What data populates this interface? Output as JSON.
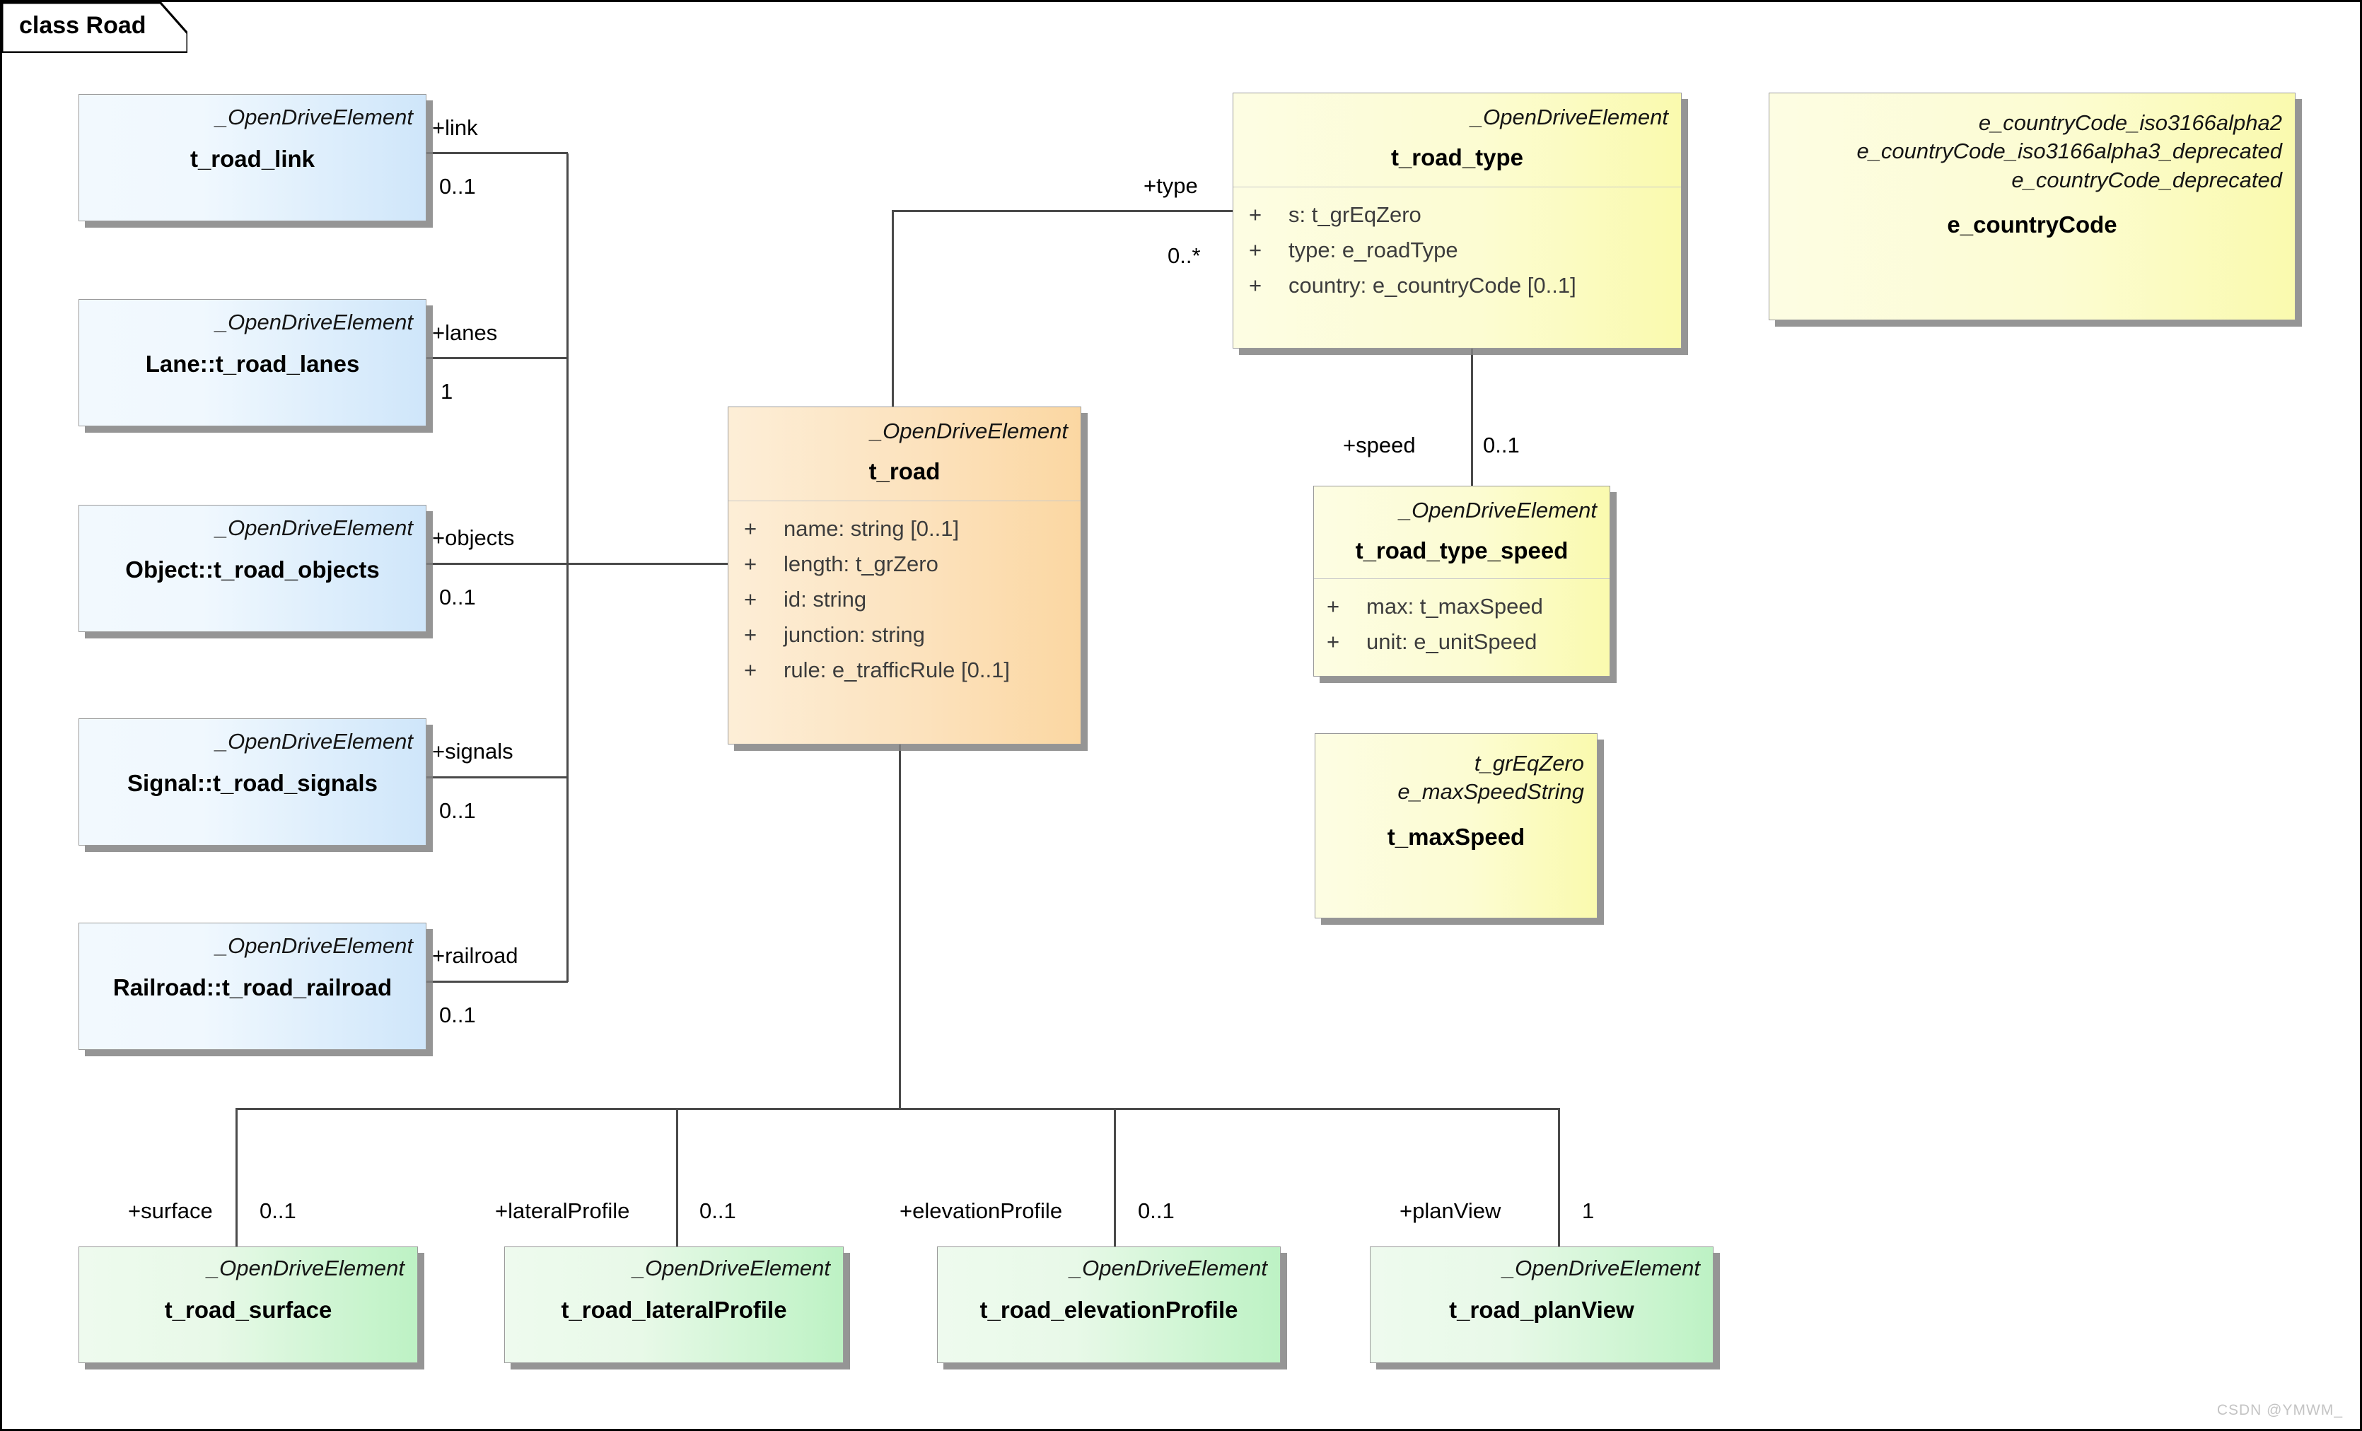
{
  "frame": {
    "title": "class Road"
  },
  "watermark": "CSDN @YMWM_",
  "stereotype": "_OpenDriveElement",
  "classes": {
    "t_road": {
      "stereotype": "_OpenDriveElement",
      "name": "t_road",
      "attributes": [
        {
          "visibility": "+",
          "text": "name: string [0..1]"
        },
        {
          "visibility": "+",
          "text": "length: t_grZero"
        },
        {
          "visibility": "+",
          "text": "id: string"
        },
        {
          "visibility": "+",
          "text": "junction: string"
        },
        {
          "visibility": "+",
          "text": "rule: e_trafficRule [0..1]"
        }
      ]
    },
    "t_road_link": {
      "stereotype": "_OpenDriveElement",
      "name": "t_road_link"
    },
    "t_road_lanes": {
      "stereotype": "_OpenDriveElement",
      "name": "Lane::t_road_lanes"
    },
    "t_road_objects": {
      "stereotype": "_OpenDriveElement",
      "name": "Object::t_road_objects"
    },
    "t_road_signals": {
      "stereotype": "_OpenDriveElement",
      "name": "Signal::t_road_signals"
    },
    "t_road_railroad": {
      "stereotype": "_OpenDriveElement",
      "name": "Railroad::t_road_railroad"
    },
    "t_road_type": {
      "stereotype": "_OpenDriveElement",
      "name": "t_road_type",
      "attributes": [
        {
          "visibility": "+",
          "text": "s: t_grEqZero"
        },
        {
          "visibility": "+",
          "text": "type: e_roadType"
        },
        {
          "visibility": "+",
          "text": "country: e_countryCode [0..1]"
        }
      ]
    },
    "t_road_type_speed": {
      "stereotype": "_OpenDriveElement",
      "name": "t_road_type_speed",
      "attributes": [
        {
          "visibility": "+",
          "text": "max: t_maxSpeed"
        },
        {
          "visibility": "+",
          "text": "unit: e_unitSpeed"
        }
      ]
    },
    "e_countryCode": {
      "name": "e_countryCode",
      "literals": [
        "e_countryCode_iso3166alpha2",
        "e_countryCode_iso3166alpha3_deprecated",
        "e_countryCode_deprecated"
      ]
    },
    "t_maxSpeed": {
      "name": "t_maxSpeed",
      "literals": [
        "t_grEqZero",
        "e_maxSpeedString"
      ]
    },
    "t_road_surface": {
      "stereotype": "_OpenDriveElement",
      "name": "t_road_surface"
    },
    "t_road_lateralProfile": {
      "stereotype": "_OpenDriveElement",
      "name": "t_road_lateralProfile"
    },
    "t_road_elevationProfile": {
      "stereotype": "_OpenDriveElement",
      "name": "t_road_elevationProfile"
    },
    "t_road_planView": {
      "stereotype": "_OpenDriveElement",
      "name": "t_road_planView"
    }
  },
  "associations": {
    "link": {
      "role": "+link",
      "multiplicity": "0..1"
    },
    "lanes": {
      "role": "+lanes",
      "multiplicity": "1"
    },
    "objects": {
      "role": "+objects",
      "multiplicity": "0..1"
    },
    "signals": {
      "role": "+signals",
      "multiplicity": "0..1"
    },
    "railroad": {
      "role": "+railroad",
      "multiplicity": "0..1"
    },
    "type": {
      "role": "+type",
      "multiplicity": "0..*"
    },
    "speed": {
      "role": "+speed",
      "multiplicity": "0..1"
    },
    "surface": {
      "role": "+surface",
      "multiplicity": "0..1"
    },
    "lateralProfile": {
      "role": "+lateralProfile",
      "multiplicity": "0..1"
    },
    "elevationProfile": {
      "role": "+elevationProfile",
      "multiplicity": "0..1"
    },
    "planView": {
      "role": "+planView",
      "multiplicity": "1"
    }
  },
  "colors": {
    "blue": "#cfe6fa",
    "orange": "#fbd7a2",
    "yellow": "#fafaae",
    "green": "#bdf2c4",
    "line": "#4a4a4a",
    "frame": "#000000"
  }
}
